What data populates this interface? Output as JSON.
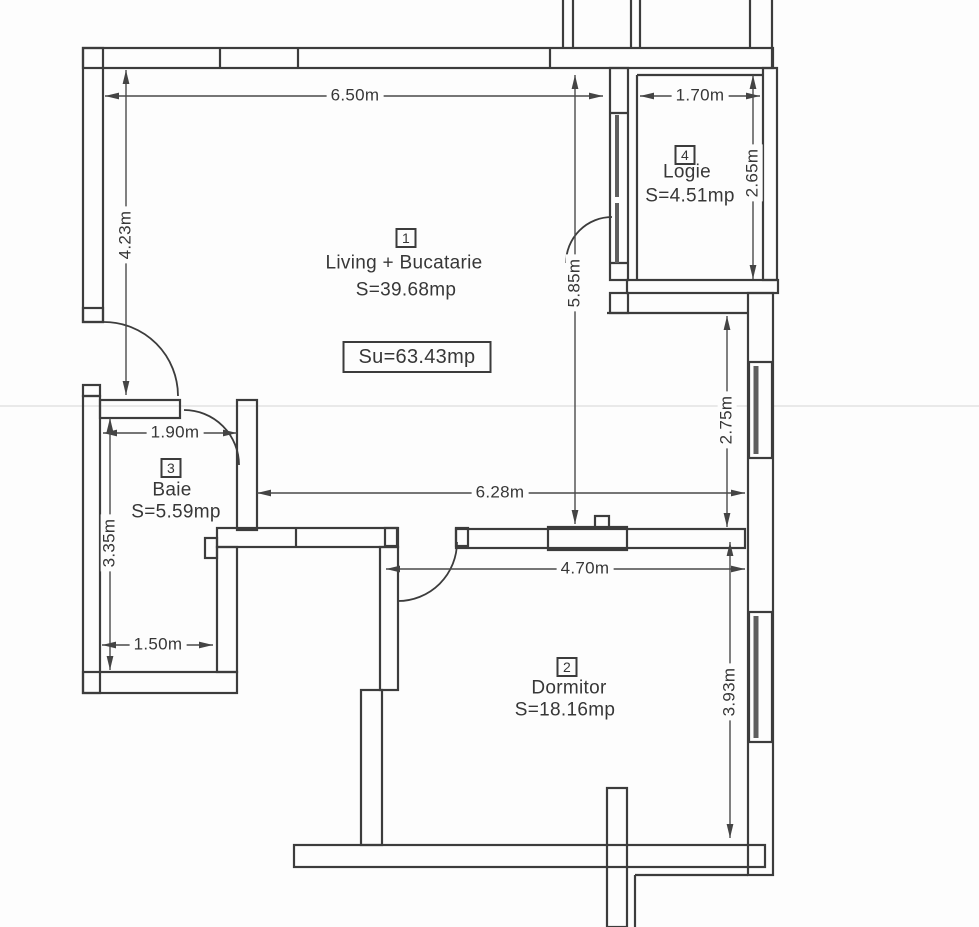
{
  "plan": {
    "title": "apartment-floor-plan",
    "total_area": "Su=63.43mp",
    "rooms": [
      {
        "number": "1",
        "name": "Living + Bucatarie",
        "area": "S=39.68mp"
      },
      {
        "number": "2",
        "name": "Dormitor",
        "area": "S=18.16mp"
      },
      {
        "number": "3",
        "name": "Baie",
        "area": "S=5.59mp"
      },
      {
        "number": "4",
        "name": "Logie",
        "area": "S=4.51mp"
      }
    ],
    "dimensions": {
      "living_width": "6.50m",
      "living_left_height": "4.23m",
      "logie_width": "1.70m",
      "logie_height": "2.65m",
      "living_height": "5.85m",
      "living_right_height": "2.75m",
      "hall_width": "6.28m",
      "baie_width": "1.90m",
      "baie_height": "3.35m",
      "baie_lower_width": "1.50m",
      "dormitor_width": "4.70m",
      "dormitor_height": "3.93m"
    },
    "colors": {
      "wall_stroke": "#3c3c3c",
      "dim_stroke": "#4a4a4a",
      "glazing": "#5e5e5e",
      "scan_artifact": "#e9e9e9"
    }
  }
}
